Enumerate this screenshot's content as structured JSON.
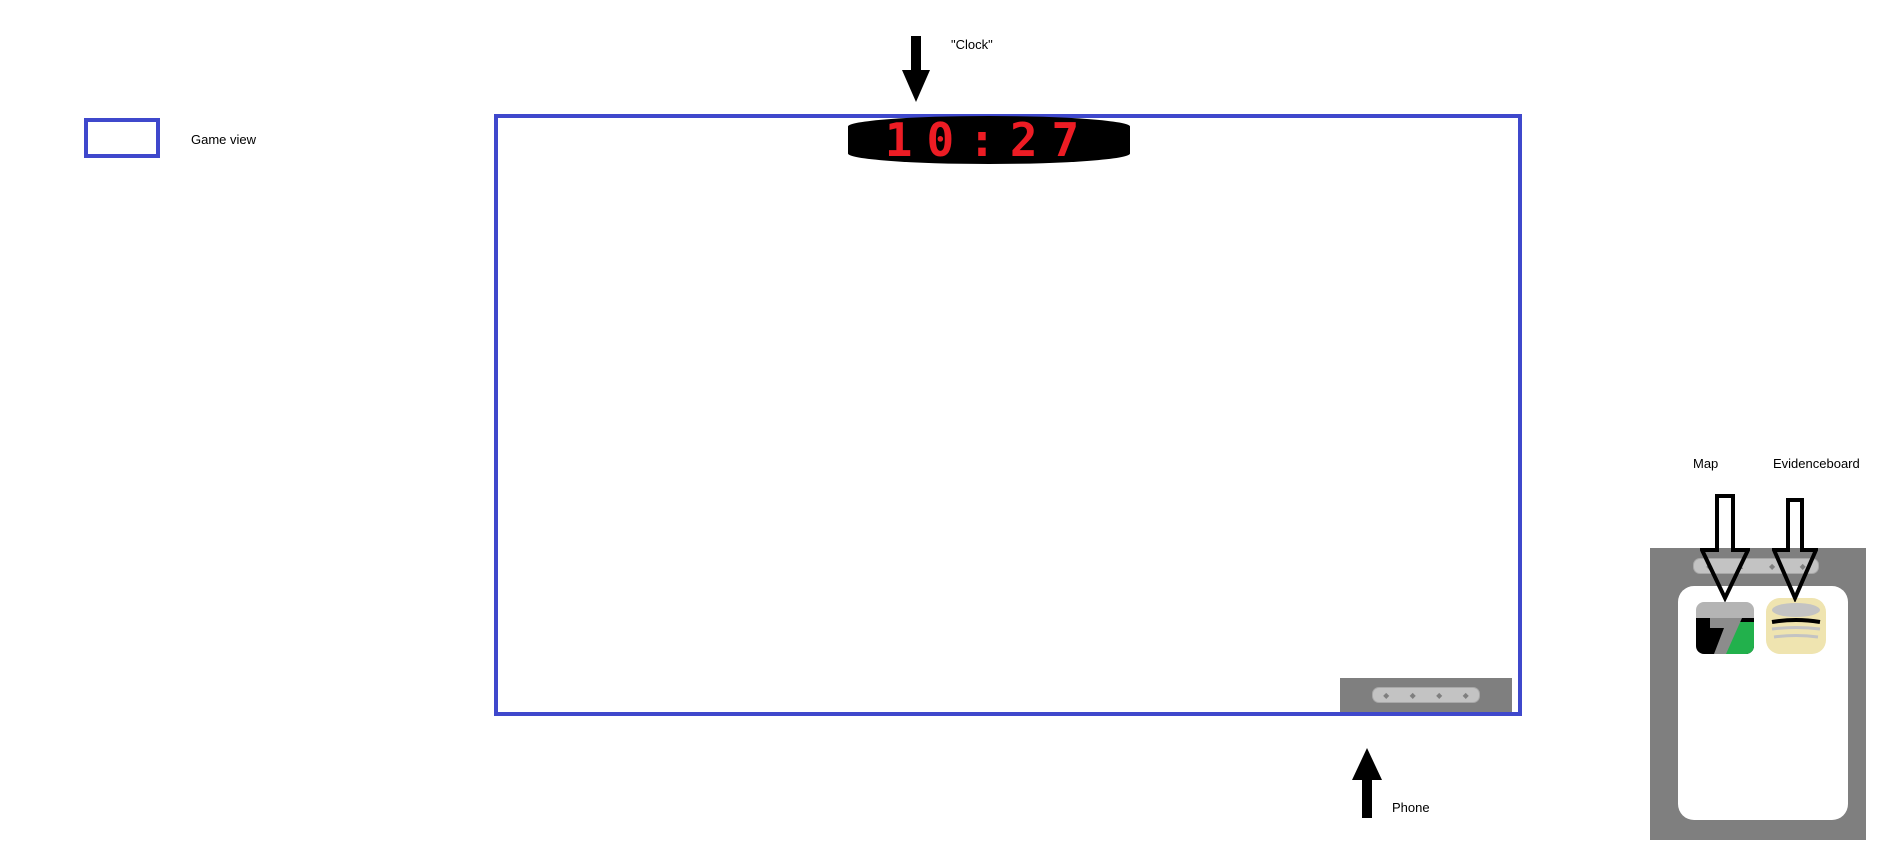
{
  "legend": {
    "label": "Game view"
  },
  "clock": {
    "label": "\"Clock\"",
    "time": "10:27"
  },
  "phone": {
    "label": "Phone"
  },
  "apps": {
    "map_label": "Map",
    "evidence_label": "Evidenceboard"
  },
  "colors": {
    "frame": "#3f48cc",
    "clock_bg": "#000000",
    "clock_digits": "#ed1c24",
    "phone_body": "#7f7f7f",
    "handle": "#c3c3c3",
    "map_green": "#22b14c",
    "evidence_bg": "#efe4b0"
  }
}
